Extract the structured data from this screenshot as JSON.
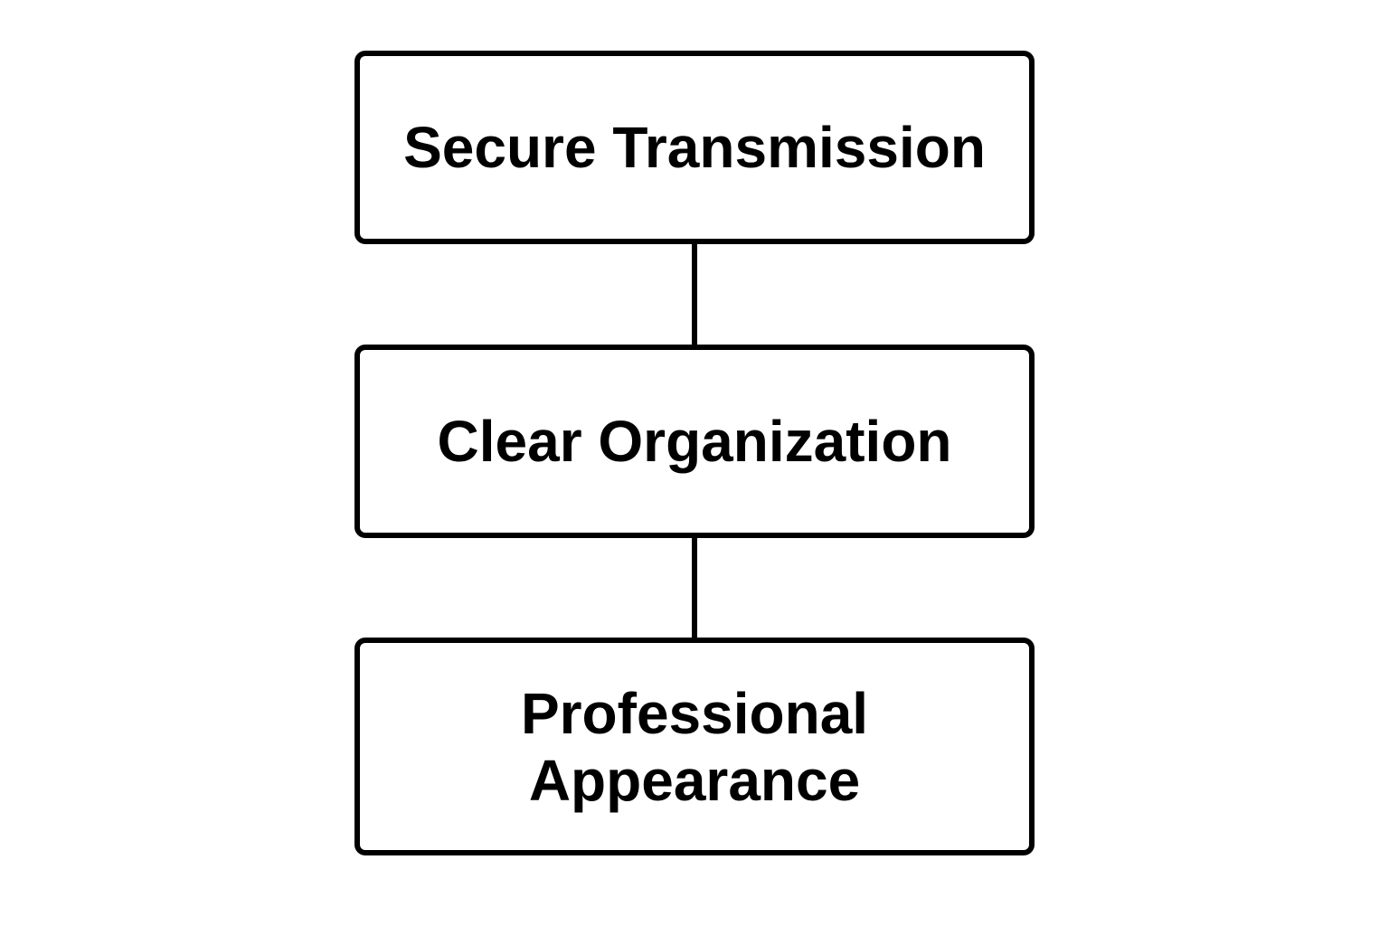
{
  "diagram": {
    "nodes": [
      {
        "label": "Secure Transmission"
      },
      {
        "label": "Clear Organization"
      },
      {
        "label": "Professional\nAppearance"
      }
    ],
    "edges": [
      {
        "from": 0,
        "to": 1
      },
      {
        "from": 1,
        "to": 2
      }
    ],
    "colors": {
      "stroke": "#000000",
      "background": "#ffffff",
      "text": "#000000"
    }
  }
}
